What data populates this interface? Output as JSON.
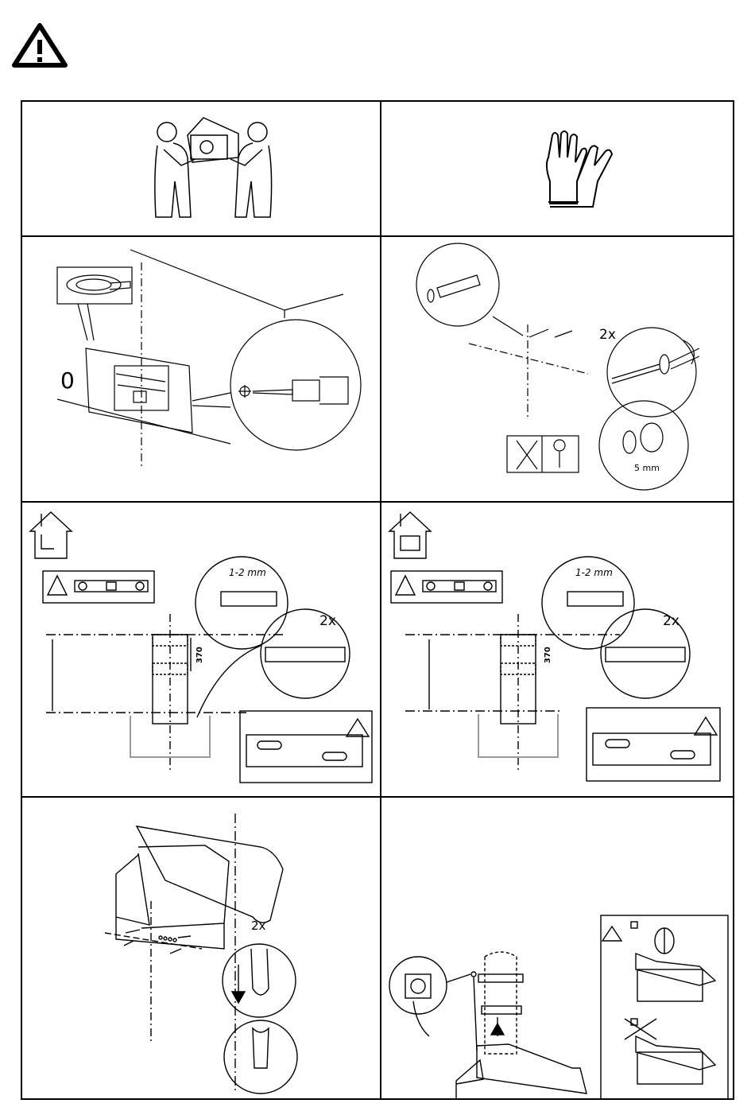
{
  "steps": {
    "drill": {
      "zero_label": "0"
    },
    "screws": {
      "count_label": "2x",
      "dimension_label": "5 mm"
    },
    "bracket_left": {
      "gap_label": "1-2 mm",
      "distance_label": "370",
      "count_label": "2x"
    },
    "bracket_right": {
      "gap_label": "1-2 mm",
      "distance_label": "370",
      "count_label": "2x"
    },
    "hang_hood": {
      "count_label": "2x"
    }
  },
  "colors": {
    "line": "#000000",
    "gray": "#9a9a9a"
  }
}
